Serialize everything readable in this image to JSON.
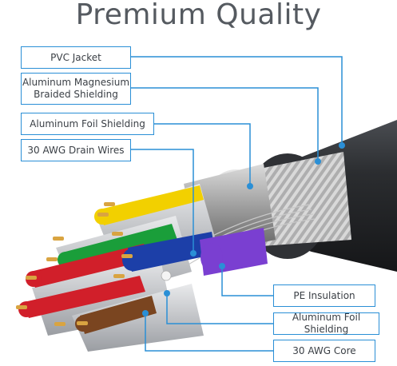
{
  "title": "Premium Quality",
  "callouts": {
    "pvc_jacket": "PVC Jacket",
    "braided_shielding_line1": "Aluminum Magnesium",
    "braided_shielding_line2": "Braided Shielding",
    "outer_foil_shielding": "Aluminum Foil Shielding",
    "drain_wires": "30 AWG Drain Wires",
    "pe_insulation": "PE Insulation",
    "inner_foil_shielding": "Aluminum Foil Shielding",
    "core": "30 AWG Core"
  },
  "colors": {
    "accent": "#2a8fd6",
    "jacket": "#2b2d30",
    "wire_yellow": "#f2d000",
    "wire_green": "#1a9e3a",
    "wire_red": "#d11f2a",
    "wire_blue": "#1c3fa8",
    "wire_purple": "#7a3fd1",
    "wire_brown": "#7a4520",
    "copper": "#d9a441"
  }
}
